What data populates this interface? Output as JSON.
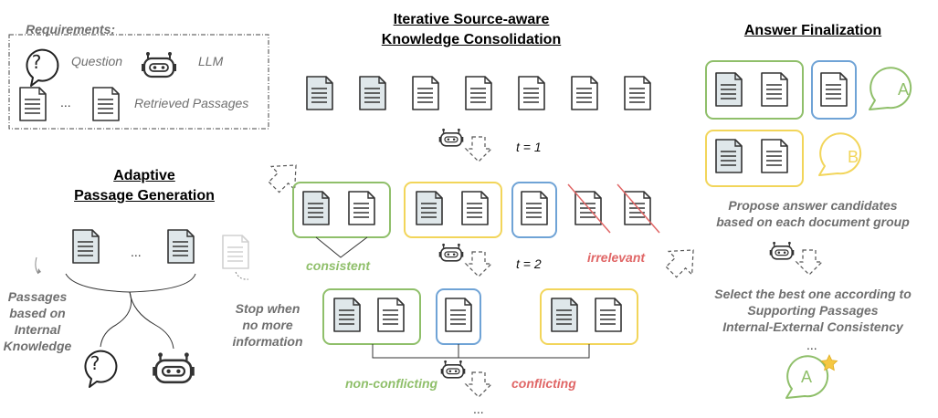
{
  "requirements": {
    "title": "Requirements:",
    "question": "Question",
    "llm": "LLM",
    "ellipsis": "...",
    "retrieved": "Retrieved Passages"
  },
  "adaptive": {
    "title_line1": "Adaptive",
    "title_line2": "Passage Generation",
    "ellipsis": "...",
    "left_note": [
      "Passages",
      "based on",
      "Internal",
      "Knowledge"
    ],
    "right_note": [
      "Stop when",
      "no more",
      "information"
    ]
  },
  "iterative": {
    "title_line1": "Iterative Source-aware",
    "title_line2": "Knowledge Consolidation",
    "t1": "t = 1",
    "t2": "t = 2",
    "consistent": "consistent",
    "irrelevant": "irrelevant",
    "non_conflicting": "non-conflicting",
    "conflicting": "conflicting",
    "ellipsis": "..."
  },
  "answer": {
    "title": "Answer Finalization",
    "bubble_a": "A",
    "bubble_b": "B",
    "propose": [
      "Propose answer candidates",
      "based on each document group"
    ],
    "select": [
      "Select the best one according to",
      "Supporting Passages",
      "Internal-External Consistency"
    ],
    "ellipsis": "...",
    "final": "A"
  },
  "colors": {
    "green": "#8fbf6a",
    "yellow": "#f2d55a",
    "blue": "#6fa3d6",
    "red": "#e06666",
    "gray_text": "#6f6f6f",
    "doc_fill_internal": "#dfe7ea"
  },
  "icons": [
    "question-icon",
    "robot-icon",
    "document-icon",
    "speech-bubble-icon",
    "star-icon",
    "dashed-arrow-icon"
  ]
}
